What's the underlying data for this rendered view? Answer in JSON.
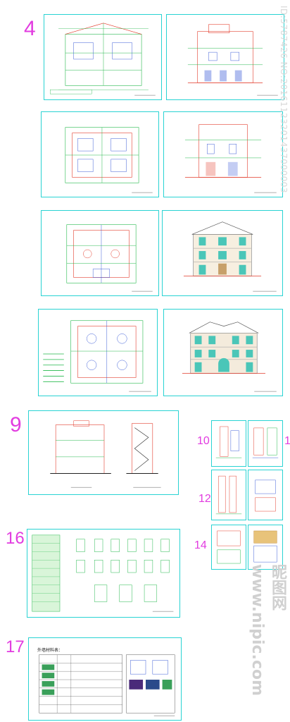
{
  "sections": [
    {
      "label": "4"
    },
    {
      "label": "9"
    },
    {
      "label": "10"
    },
    {
      "label": "1"
    },
    {
      "label": "12"
    },
    {
      "label": "14"
    },
    {
      "label": "16"
    },
    {
      "label": "17"
    }
  ],
  "sheet17": {
    "title": "外墙材料表："
  },
  "watermark": {
    "side": "ID:5787426 NO:20161123201437000003",
    "bottom": "昵图网 www.nipic.com"
  },
  "colors": {
    "frame": "#29d3d3",
    "label": "#e23ce0",
    "red": "#e23a2a",
    "green": "#22b84a",
    "blue": "#3a5bd6"
  }
}
